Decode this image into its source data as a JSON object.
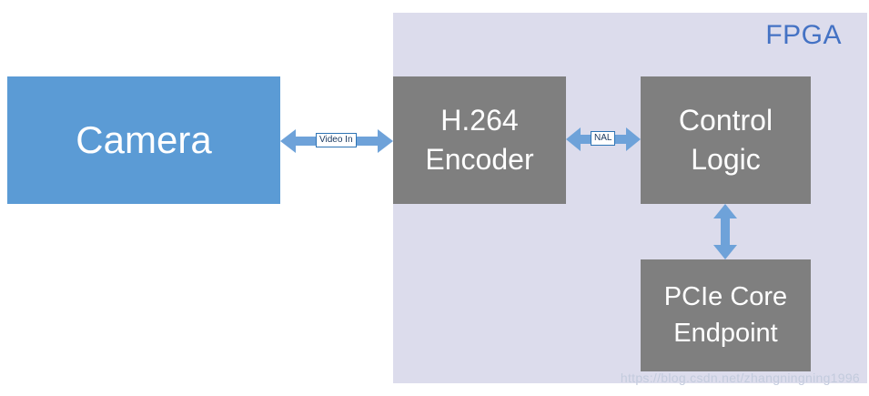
{
  "diagram": {
    "fpga_label": "FPGA",
    "camera_label": "Camera",
    "encoder_label": "H.264 Encoder",
    "control_label": "Control Logic",
    "pcie_label": "PCIe Core Endpoint",
    "video_in_label": "Video In",
    "nal_label": "NAL",
    "watermark": "https://blog.csdn.net/zhangningning1996",
    "colors": {
      "camera_fill": "#5b9bd5",
      "block_fill": "#7f7f7f",
      "fpga_fill": "#dcdcec",
      "fpga_label_color": "#4472c4",
      "arrow_fill": "#6ea2d9",
      "connector_label_border": "#2e74b5"
    }
  }
}
